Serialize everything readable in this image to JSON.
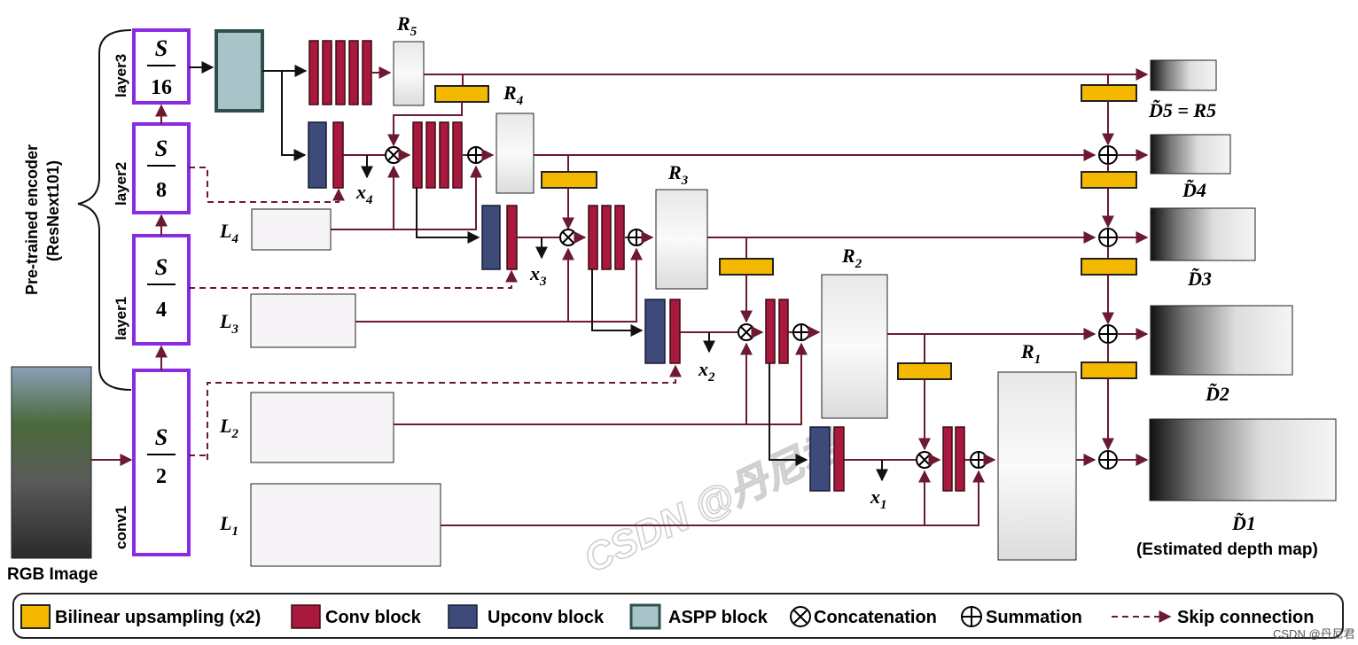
{
  "encoder": {
    "title_line1": "Pre-trained encoder",
    "title_line2": "(ResNext101)",
    "stages": [
      {
        "name": "layer3",
        "num": "S",
        "den": "16"
      },
      {
        "name": "layer2",
        "num": "S",
        "den": "8"
      },
      {
        "name": "layer1",
        "num": "S",
        "den": "4"
      },
      {
        "name": "conv1",
        "num": "S",
        "den": "2"
      }
    ]
  },
  "input_label": "RGB Image",
  "residual_labels": {
    "r5": "R",
    "r5_sub": "5",
    "r4": "R",
    "r4_sub": "4",
    "r3": "R",
    "r3_sub": "3",
    "r2": "R",
    "r2_sub": "2",
    "r1": "R",
    "r1_sub": "1"
  },
  "feature_labels": {
    "l4": "L",
    "l4_sub": "4",
    "l3": "L",
    "l3_sub": "3",
    "l2": "L",
    "l2_sub": "2",
    "l1": "L",
    "l1_sub": "1"
  },
  "x_labels": {
    "x4": "x",
    "x4_sub": "4",
    "x3": "x",
    "x3_sub": "3",
    "x2": "x",
    "x2_sub": "2",
    "x1": "x",
    "x1_sub": "1"
  },
  "outputs": {
    "d5": "D̃5 = R5",
    "d4": "D̃4",
    "d3": "D̃3",
    "d2": "D̃2",
    "d1": "D̃1",
    "d1_caption": "(Estimated depth map)"
  },
  "legend": {
    "upsampling": "Bilinear upsampling (x2)",
    "conv": "Conv block",
    "upconv": "Upconv block",
    "aspp": "ASPP block",
    "concat": "Concatenation",
    "sum": "Summation",
    "skip": "Skip connection"
  },
  "colors": {
    "conv": "#a8193d",
    "upconv": "#3d4a7a",
    "aspp": "#a9c4c8",
    "upsampling": "#f5b800",
    "encoder_border": "#8a2be2",
    "line": "#6b1a30"
  },
  "watermark": "CSDN @丹尼君",
  "credit": "CSDN @丹尼君"
}
